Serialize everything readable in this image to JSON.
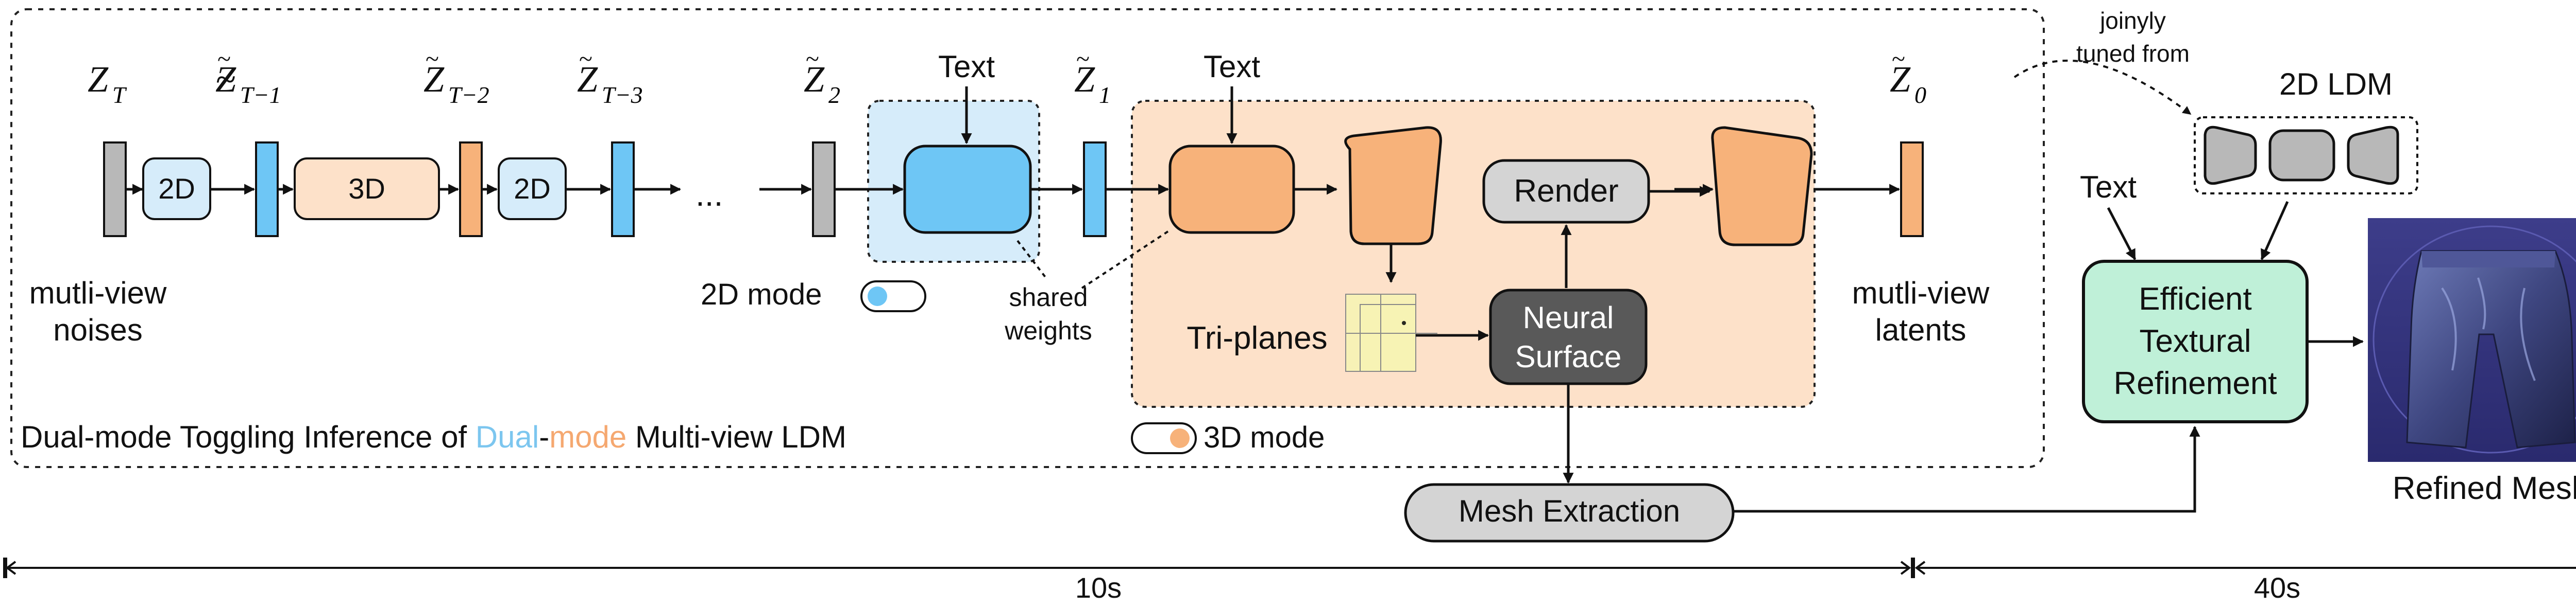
{
  "pipeline": {
    "container_caption_prefix": "Dual-mode Toggling Inference of ",
    "caption_dual": "Dual",
    "caption_dash": "-",
    "caption_mode": "mode",
    "container_caption_suffix": " Multi-view LDM",
    "caption_dual_color": "#7cc6ef",
    "caption_mode_color": "#f5a870",
    "noise_label_line1": "mutli-view",
    "noise_label_line2": "noises",
    "latent_label_line1": "mutli-view",
    "latent_label_line2": "latents",
    "block_2d_label": "2D",
    "block_3d_label": "3D",
    "ellipsis": "...",
    "text_label": "Text",
    "mode2d_label": "2D mode",
    "mode3d_label": "3D mode",
    "shared_line1": "shared",
    "shared_line2": "weights",
    "triplanes_label": "Tri-planes",
    "render_label": "Render",
    "neural_line1": "Neural",
    "neural_line2": "Surface",
    "mesh_extraction_label": "Mesh Extraction",
    "latents": {
      "zT": {
        "base": "Z",
        "sub": "T"
      },
      "zT1": {
        "base": "Z",
        "sub": "T−1"
      },
      "zT2": {
        "base": "Z",
        "sub": "T−2"
      },
      "zT3": {
        "base": "Z",
        "sub": "T−3"
      },
      "z2": {
        "base": "Z",
        "sub": "2"
      },
      "z1": {
        "base": "Z",
        "sub": "1"
      },
      "z0": {
        "base": "Z",
        "sub": "0"
      }
    }
  },
  "refinement": {
    "jointly_line1": "joinyly",
    "jointly_line2": "tuned from",
    "ldm_label": "2D LDM",
    "text_label": "Text",
    "efficient_line1": "Efficient",
    "efficient_line2": "Textural",
    "efficient_line3": "Refinement",
    "refined_mesh_label": "Refined Mesh"
  },
  "timeline": {
    "segment1_label": "10s",
    "segment2_label": "40s"
  },
  "colors": {
    "blue": "#6ec6f5",
    "blue_light": "#d6ecfa",
    "orange": "#f7b27a",
    "orange_light": "#fde1c9",
    "gray": "#b8b8b8",
    "gray_light": "#d4d4d4",
    "dark_gray": "#595959",
    "green": "#bff0d8",
    "yellow": "#f6f3b4"
  }
}
